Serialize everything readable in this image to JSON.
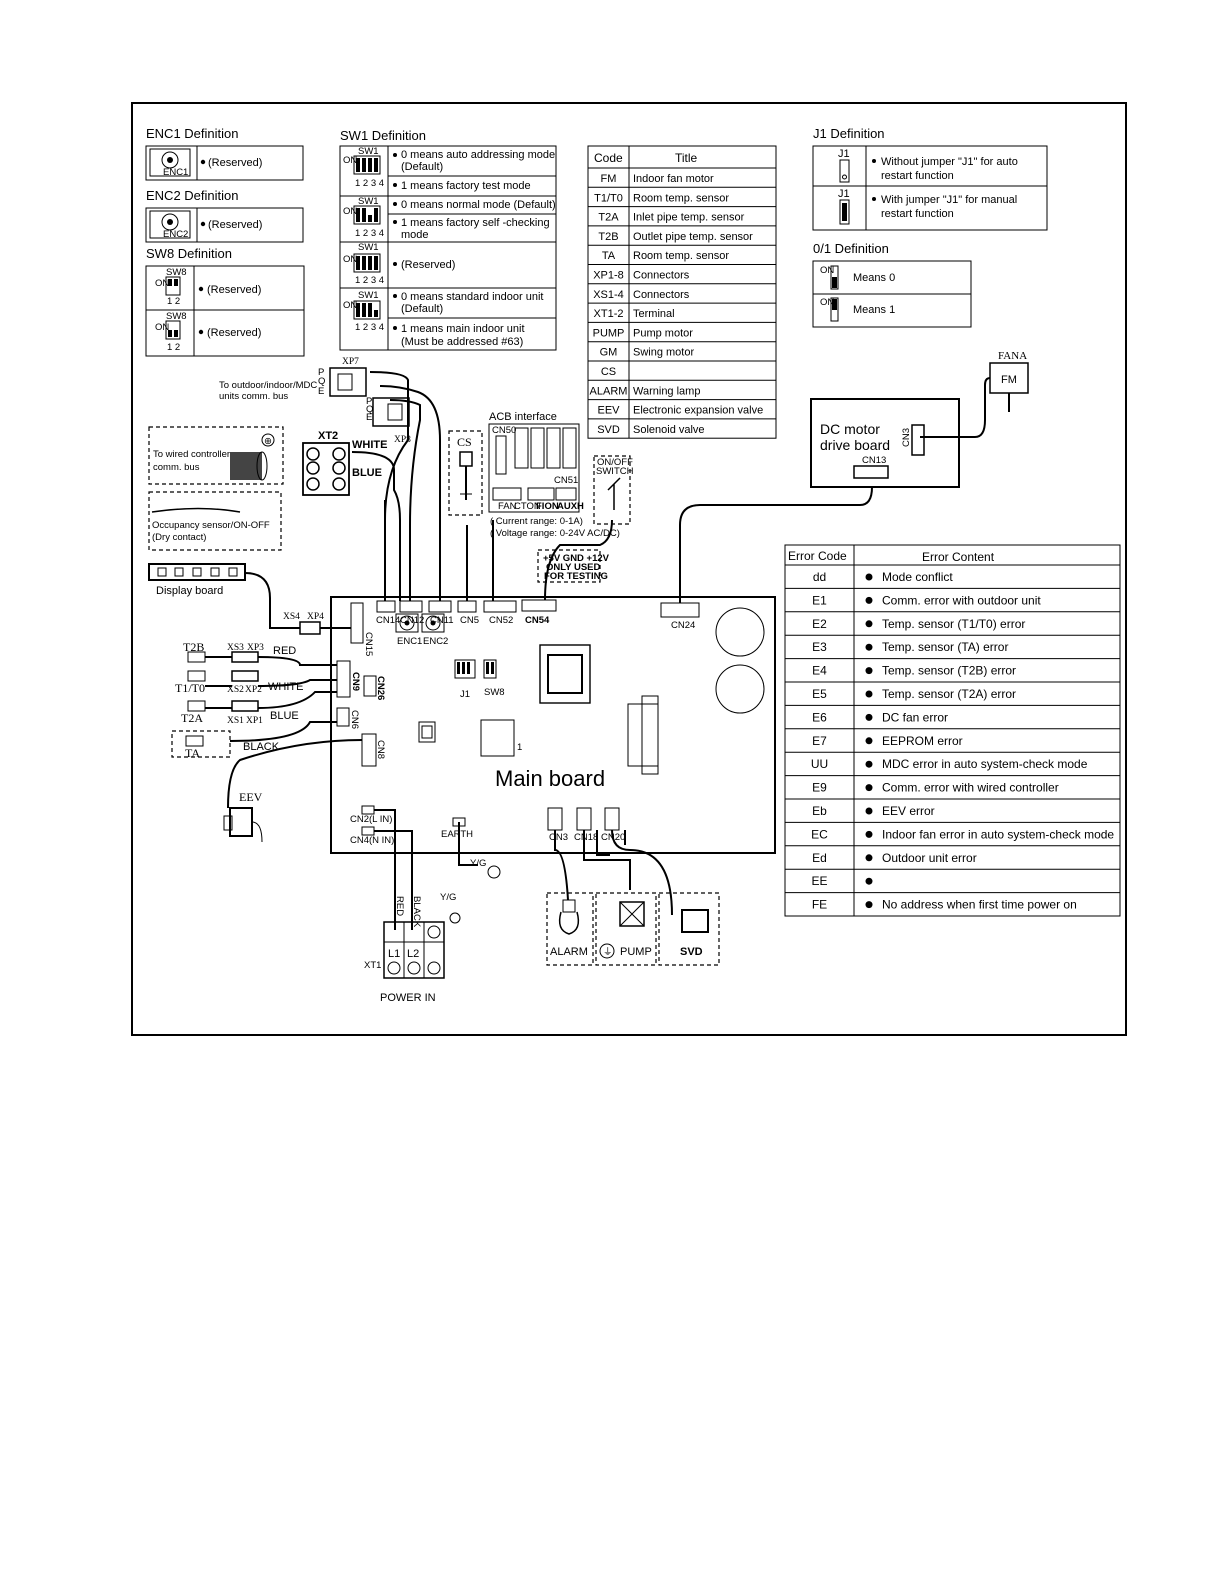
{
  "enc1": {
    "title": "ENC1 Definition",
    "item": "(Reserved)",
    "icon_label": "ENC1"
  },
  "enc2": {
    "title": "ENC2 Definition",
    "item": "(Reserved)",
    "icon_label": "ENC2"
  },
  "sw8": {
    "title": "SW8 Definition",
    "rows": [
      "(Reserved)",
      "(Reserved)"
    ],
    "switch_label": "SW8",
    "on_label": "ON",
    "pins": "1 2"
  },
  "sw1": {
    "title": "SW1 Definition",
    "switch_label": "SW1",
    "on_label": "ON",
    "pins": "1 2 3 4",
    "groups": [
      {
        "lines": [
          [
            "0 means auto addressing mode",
            "(Default)"
          ],
          [
            "1 means factory test mode"
          ]
        ]
      },
      {
        "lines": [
          [
            "0 means normal mode (Default)"
          ],
          [
            "1 means factory self -checking",
            "mode"
          ]
        ]
      },
      {
        "lines": [
          [
            "(Reserved)"
          ]
        ]
      },
      {
        "lines": [
          [
            "0 means standard indoor unit",
            "(Default)"
          ],
          [
            "1 means main indoor unit",
            "(Must be addressed #63)"
          ]
        ]
      }
    ]
  },
  "code_table": {
    "headers": [
      "Code",
      "Title"
    ],
    "rows": [
      [
        "FM",
        "Indoor fan motor"
      ],
      [
        "T1/T0",
        "Room temp. sensor"
      ],
      [
        "T2A",
        "Inlet pipe temp. sensor"
      ],
      [
        "T2B",
        "Outlet pipe temp. sensor"
      ],
      [
        "TA",
        "Room temp. sensor"
      ],
      [
        "XP1-8",
        "Connectors"
      ],
      [
        "XS1-4",
        "Connectors"
      ],
      [
        "XT1-2",
        "Terminal"
      ],
      [
        "PUMP",
        "Pump motor"
      ],
      [
        "GM",
        "Swing motor"
      ],
      [
        "CS",
        ""
      ],
      [
        "ALARM",
        "Warning lamp"
      ],
      [
        "EEV",
        "Electronic expansion valve"
      ],
      [
        "SVD",
        "Solenoid valve"
      ]
    ]
  },
  "j1": {
    "title": "J1 Definition",
    "jumper_label": "J1",
    "rows": [
      [
        "Without jumper \"J1\" for auto",
        "restart function"
      ],
      [
        "With jumper \"J1\" for manual",
        "restart function"
      ]
    ]
  },
  "zero_one": {
    "title": "0/1 Definition",
    "rows": [
      "Means 0",
      "Means 1"
    ],
    "on_label": "ON"
  },
  "error_table": {
    "headers": [
      "Error Code",
      "Error Content"
    ],
    "rows": [
      [
        "dd",
        "Mode conflict"
      ],
      [
        "E1",
        "Comm. error with outdoor unit"
      ],
      [
        "E2",
        "Temp. sensor (T1/T0) error"
      ],
      [
        "E3",
        "Temp. sensor (TA) error"
      ],
      [
        "E4",
        "Temp. sensor (T2B) error"
      ],
      [
        "E5",
        "Temp. sensor (T2A) error"
      ],
      [
        "E6",
        "DC fan error"
      ],
      [
        "E7",
        "EEPROM  error"
      ],
      [
        "UU",
        "MDC error in auto system-check mode"
      ],
      [
        "E9",
        "Comm. error with  wired controller"
      ],
      [
        "Eb",
        "EEV  error"
      ],
      [
        "EC",
        "Indoor fan error in auto system-check mode"
      ],
      [
        "Ed",
        "Outdoor unit error"
      ],
      [
        "EE",
        ""
      ],
      [
        "FE",
        "No address when first time power on"
      ]
    ]
  },
  "wiring": {
    "main_board": "Main board",
    "outdoor_comm": [
      "To outdoor/indoor/MDC",
      "units comm. bus"
    ],
    "xp7": "XP7",
    "xp8": "XP8",
    "pqe": [
      "P",
      "Q",
      "E"
    ],
    "xt2": "XT2",
    "white": "WHITE",
    "blue": "BLUE",
    "red": "RED",
    "black": "BLACK",
    "wired_ctrl": [
      "To wired controller",
      "comm. bus"
    ],
    "occupancy": [
      "Occupancy sensor/ON-OFF",
      "(Dry contact)"
    ],
    "display_board": "Display board",
    "xs4": "XS4",
    "xp4": "XP4",
    "t2b": "T2B",
    "t1t0": "T1/T0",
    "t2a": "T2A",
    "ta": "TA",
    "xs3": "XS3",
    "xp3": "XP3",
    "xs2": "XS2",
    "xp2": "XP2",
    "xs1": "XS1",
    "xp1": "XP1",
    "eev": "EEV",
    "cs": "CS",
    "acb_title": "ACB interface",
    "cn50": "CN50",
    "cn51": "CN51",
    "acb_ports": [
      "FAN",
      "CTON",
      "FION",
      "AUXH"
    ],
    "acb_ranges": [
      "( Current range: 0-1A)",
      "( Voltage range: 0-24V AC/DC)"
    ],
    "onoff_switch": [
      "ON/OFF",
      "SWITCH"
    ],
    "testing_note": [
      "+5V GND +12V",
      "ONLY USED",
      "FOR TESTING"
    ],
    "dc_motor": [
      "DC motor",
      "drive board"
    ],
    "cn3_motor": "CN3",
    "cn13": "CN13",
    "fana": "FANA",
    "fm": "FM",
    "cn_top": [
      "CN14",
      "CN12",
      "CN11",
      "CN5",
      "CN52",
      "CN54",
      "CN24"
    ],
    "cn_left": [
      "CN15",
      "CN9",
      "CN26",
      "CN6",
      "CN8"
    ],
    "enc1": "ENC1",
    "enc2": "ENC2",
    "j1": "J1",
    "sw8": "SW8",
    "cn2": "CN2(L IN)",
    "cn4": "CN4(N IN)",
    "earth": "EARTH",
    "yg": "Y/G",
    "cn_bottom": [
      "CN3",
      "CN18",
      "CN20"
    ],
    "alarm": "ALARM",
    "pump": "PUMP",
    "svd": "SVD",
    "xt1": "XT1",
    "l1": "L1",
    "l2": "L2",
    "red_v": "RED",
    "black_v": "BLACK",
    "power_in": "POWER IN",
    "pin_one": "1"
  }
}
